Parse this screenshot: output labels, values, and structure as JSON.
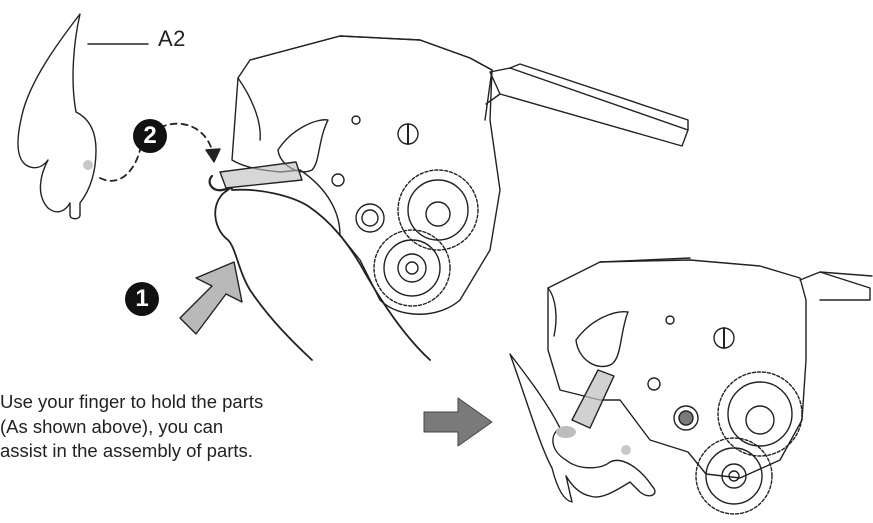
{
  "labels": {
    "part_label": "A2"
  },
  "steps": [
    {
      "number": "1"
    },
    {
      "number": "2"
    }
  ],
  "instruction": {
    "line1": "Use your finger to hold the parts",
    "line2": "(As shown above), you can",
    "line3": "assist in the assembly of parts."
  },
  "colors": {
    "line": "#222222",
    "arrow_light": "#b9b9b9",
    "arrow_dark": "#7a7a7a",
    "step_badge": "#111111",
    "highlight": "#bdbdbd",
    "dot": "#c8c8c8"
  }
}
